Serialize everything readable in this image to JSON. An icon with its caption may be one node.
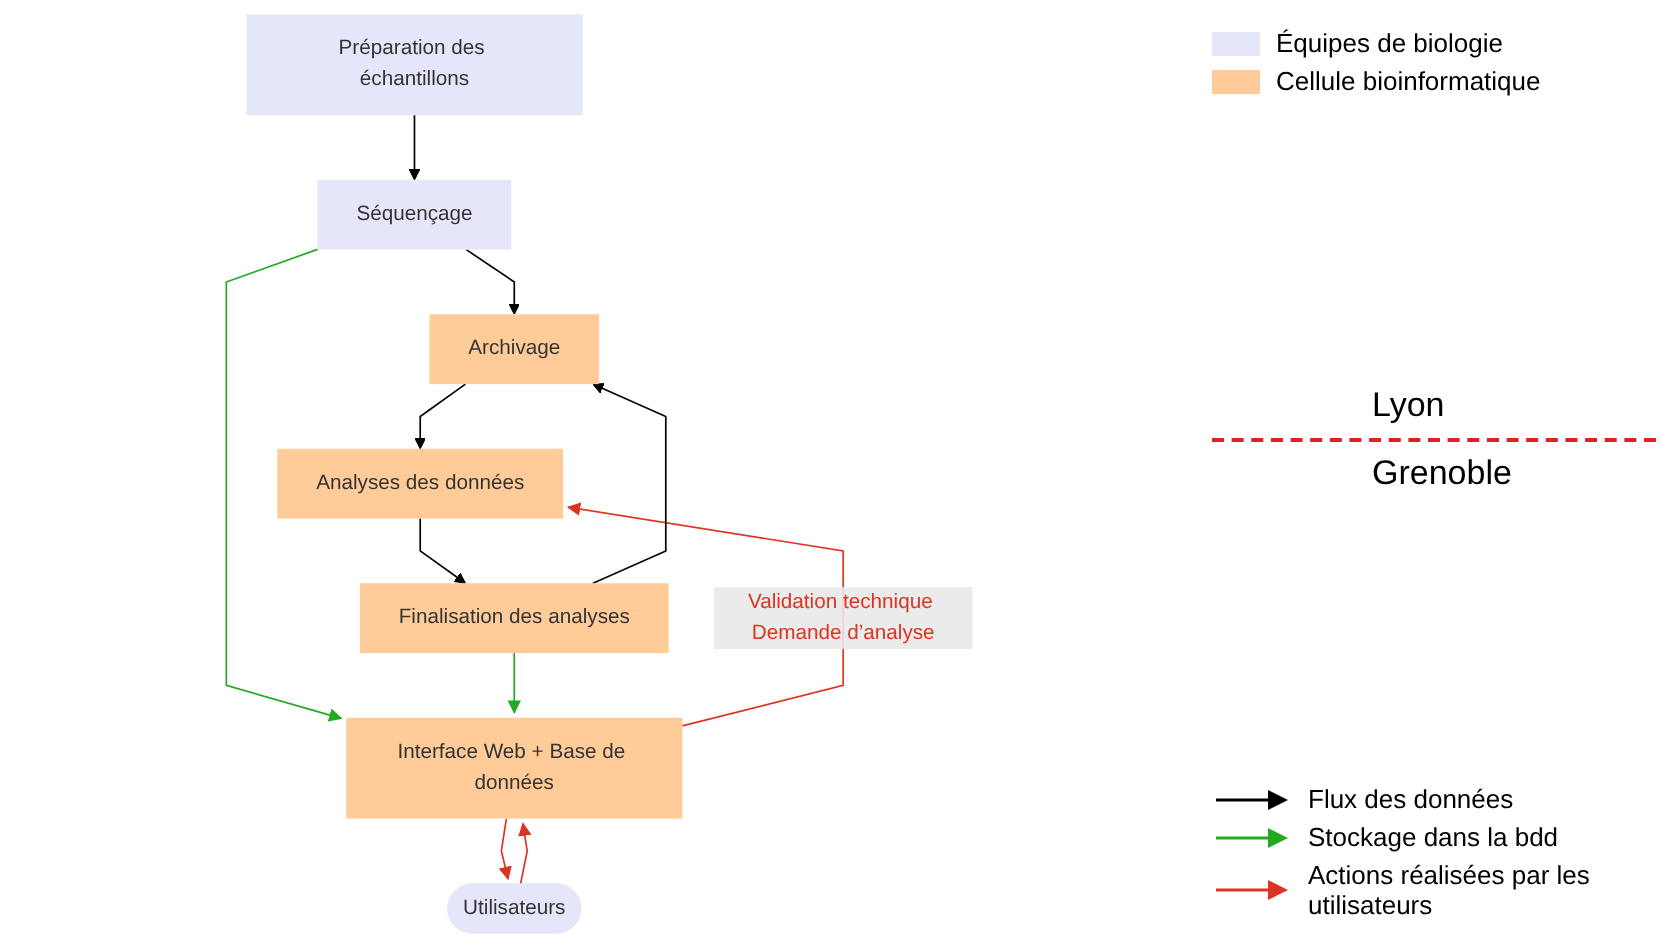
{
  "diagram": {
    "nodes": [
      {
        "text": [
          "Préparation des échantillons"
        ]
      },
      {
        "text": [
          "Séquençage"
        ]
      },
      {
        "text": [
          "Utilisateurs"
        ]
      },
      {
        "text": [
          "Archivage"
        ]
      },
      {
        "text": [
          "Interface Web + Base de données"
        ]
      },
      {
        "text": [
          "Finalisation des analyses"
        ]
      },
      {
        "text": [
          "Analyses des données"
        ]
      }
    ],
    "edges": [
      {
        "from": 0,
        "to": 1,
        "arrow": "to"
      },
      {
        "from": 1,
        "to": 3,
        "arrow": "to"
      },
      {
        "from": 1,
        "to": 4,
        "arrow": "to",
        "color": "#22aa22"
      },
      {
        "from": 2,
        "to": 4,
        "arrow": "to",
        "color": "#dd3322"
      },
      {
        "from": 4,
        "to": 2,
        "arrow": "to",
        "color": "#dd3322"
      },
      {
        "from": 5,
        "to": 4,
        "arrow": "to",
        "color": "#22aa22"
      },
      {
        "from": 4,
        "to": 6,
        "arrow": "to",
        "color": "#dd3322",
        "label": "Validation technique Demande d’analyse"
      },
      {
        "from": 3,
        "to": 6,
        "arrow": "to"
      },
      {
        "from": 6,
        "to": 5,
        "arrow": "to"
      },
      {
        "from": 5,
        "to": 3,
        "arrow": "to"
      }
    ],
    "labels": [
      "Lyon",
      "Grenoble"
    ],
    "legend": [
      {
        "text": "Équipes de biologie",
        "color": "#e6e6fa"
      },
      {
        "text": "Cellule bioinformatique",
        "color": "#ffcc99"
      },
      {
        "text": "Flux des données"
      },
      {
        "text": "Stockage dans la bdd"
      },
      {
        "text": "Actions réalisées par les utilisateurs"
      }
    ]
  }
}
